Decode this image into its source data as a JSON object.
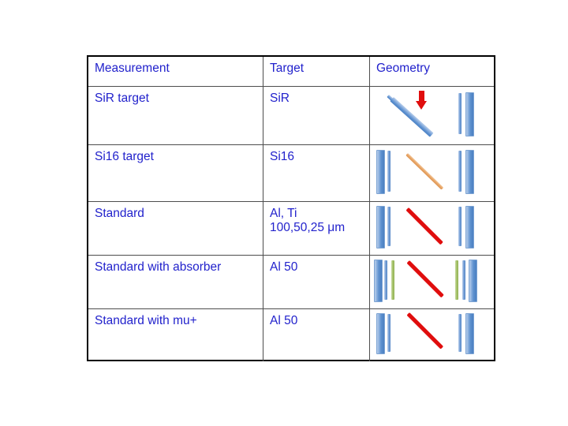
{
  "slide": {
    "background_color": "#ffffff",
    "text_color": "#2222cc",
    "border_color": "#000000"
  },
  "table": {
    "headers": {
      "measurement": "Measurement",
      "target": "Target",
      "geometry": "Geometry"
    },
    "rows": [
      {
        "measurement": "SiR target",
        "target": "SiR",
        "target_line2": "",
        "geometry_description": "tilted SiR target with red beam arrow and detector pair"
      },
      {
        "measurement": "Si16 target",
        "target": "Si16",
        "target_line2": "",
        "geometry_description": "detector pairs with tan diagonal target"
      },
      {
        "measurement": "Standard",
        "target": "Al, Ti",
        "target_line2": "100,50,25 μm",
        "geometry_description": "detector pairs with red diagonal target"
      },
      {
        "measurement": "Standard with absorber",
        "target": "Al 50",
        "target_line2": "",
        "geometry_description": "detector triplets with green absorber and red diagonal target"
      },
      {
        "measurement": "Standard with mu+",
        "target": "Al 50",
        "target_line2": "",
        "geometry_description": "detector pairs with red diagonal target"
      }
    ]
  },
  "colors": {
    "detector_blue": "#5f92d0",
    "absorber_green": "#9bbb59",
    "beam_red": "#e00d0d",
    "target_tan": "#e8a567",
    "text_blue": "#2222cc"
  }
}
